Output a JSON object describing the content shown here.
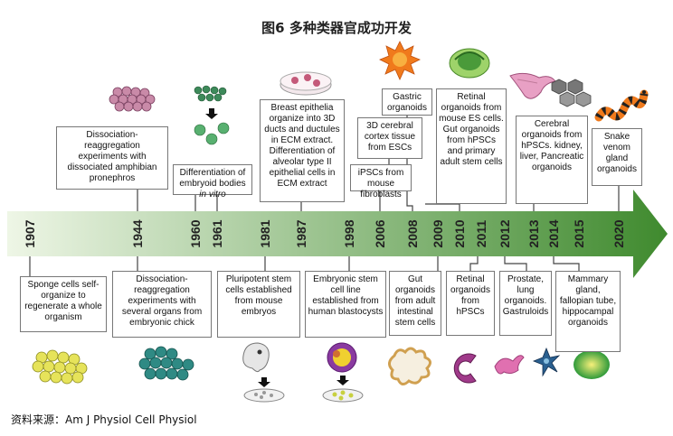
{
  "title": "图6 多种类器官成功开发",
  "source": "资料来源：Am J Physiol Cell Physiol",
  "years": [
    "1907",
    "1944",
    "1960",
    "1961",
    "1981",
    "1987",
    "1998",
    "2006",
    "2008",
    "2009",
    "2010",
    "2011",
    "2012",
    "2013",
    "2014",
    "2015",
    "2020"
  ],
  "top_boxes": {
    "amphibian": "Dissociation-reaggregation experiments with dissociated amphibian pronephros",
    "embryoid_a": "Differentiation of embryoid bodies",
    "embryoid_b": "in vitro",
    "breast": "Breast epithelia organize into 3D ducts and ductules in ECM extract. Differentiation of alveolar type II epithelial cells in ECM extract",
    "ipsc": "iPSCs from mouse fibroblasts",
    "cortex": "3D cerebral cortex tissue from ESCs",
    "gastric": "Gastric organoids",
    "retinal_gut": "Retinal organoids from mouse ES cells. Gut organoids from hPSCs and primary adult stem cells",
    "cerebral": "Cerebral organoids from hPSCs. kidney, liver, Pancreatic organoids",
    "snake": "Snake venom gland organoids"
  },
  "bottom_boxes": {
    "sponge": "Sponge cells self-organize to regenerate a whole organism",
    "chick": "Dissociation-reaggregation experiments with several organs from embryonic chick",
    "pluripotent": "Pluripotent stem cells established from mouse embryos",
    "embryonic": "Embryonic stem cell line established from human blastocysts",
    "gut": "Gut organoids from adult intestinal stem cells",
    "retinal": "Retinal organoids from hPSCs",
    "prostate": "Prostate, lung organoids. Gastruloids",
    "mammary": "Mammary gland, fallopian tube, hippocampal organoids"
  },
  "colors": {
    "arrow_start": "#eef6e6",
    "arrow_end": "#3f8a2e",
    "cell_pink": "#c98aa8",
    "cell_green": "#3d8a5a",
    "cell_yellow": "#e6e35a",
    "cell_teal": "#2f8a84",
    "orange": "#f07a1c",
    "lime": "#9ed36a"
  }
}
